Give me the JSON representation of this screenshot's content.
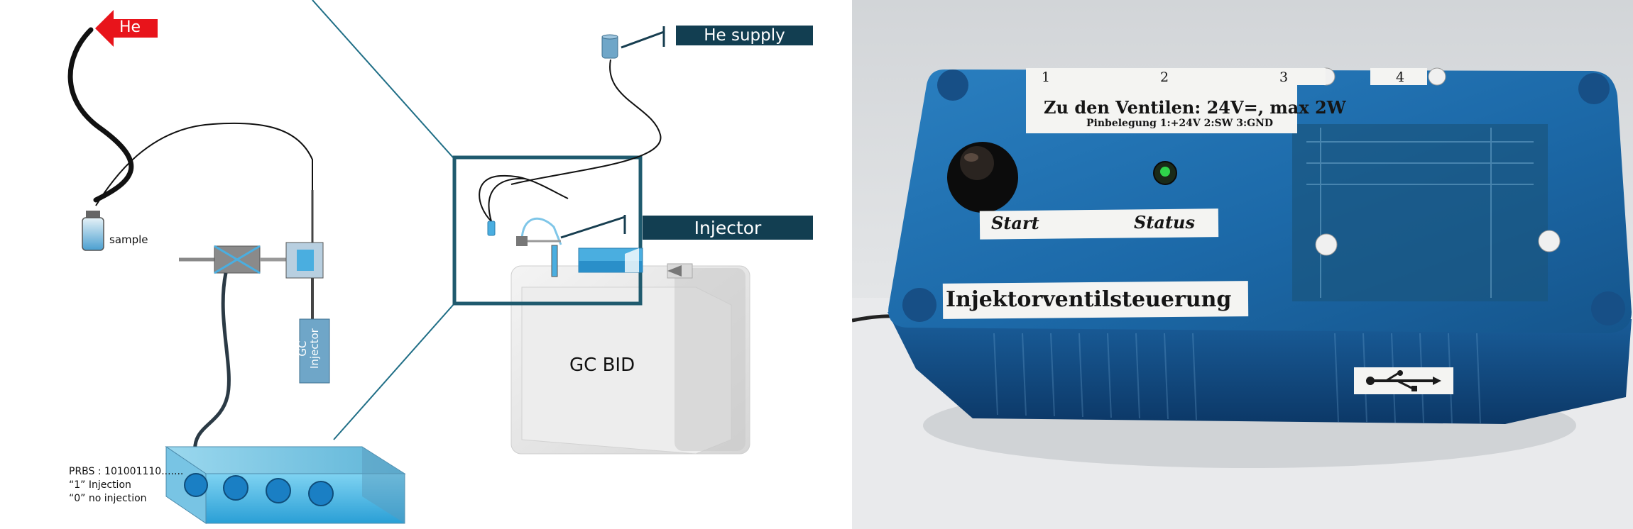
{
  "diagram": {
    "he_arrow_label": "He",
    "he_supply_label": "He supply",
    "injector_label": "Injector",
    "sample_label": "sample",
    "gc_injector_label": "GC\nInjector",
    "gc_bid_label": "GC BID",
    "prbs_lines": [
      "PRBS : 101001110.......",
      "“1” Injection",
      "“0” no injection"
    ],
    "colors": {
      "tag_bg": "#123e51",
      "he_red": "#e8141b",
      "valve_blue": "#4aaee0",
      "frame": "#1f5a6e"
    }
  },
  "photo": {
    "pin_numbers": [
      "1",
      "2",
      "3",
      "4"
    ],
    "valves_line": "Zu den Ventilen: 24V=, max 2W",
    "pinout_line": "Pinbelegung 1:+24V 2:SW 3:GND",
    "start_label": "Start",
    "status_label": "Status",
    "device_label": "Injektorventilsteuerung",
    "usb_icon": "usb-icon",
    "colors": {
      "enclosure": "#1f6fb0",
      "enclosure_dark": "#0d3f73",
      "label_bg": "#f4f4f2"
    }
  }
}
